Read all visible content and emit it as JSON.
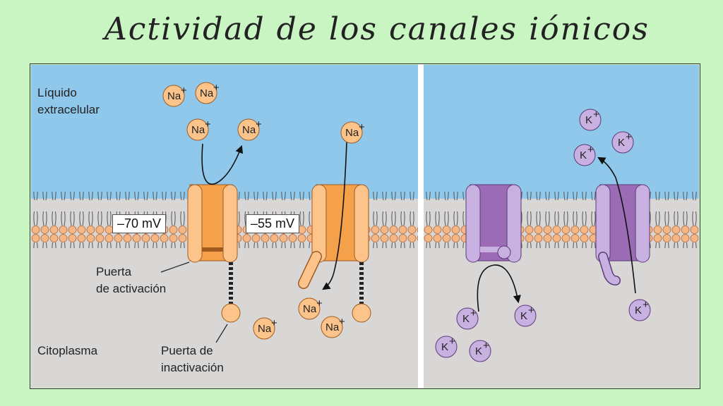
{
  "title": "Actividad de los canales iónicos",
  "colors": {
    "background": "#c9f5c3",
    "extracellular": "#90c8ec",
    "cytoplasm": "#d9d6d6",
    "na_ion": "#fcc48a",
    "na_channel": "#f5a04a",
    "k_ion": "#c8b0e0",
    "k_channel": "#9b6bb5"
  },
  "labels": {
    "extracellular": "Líquido extracelular",
    "extracellular_line1": "Líquido",
    "extracellular_line2": "extracelular",
    "cytoplasm": "Citoplasma",
    "activation_gate_line1": "Puerta",
    "activation_gate_line2": "de activación",
    "inactivation_gate_line1": "Puerta de",
    "inactivation_gate_line2": "inactivación"
  },
  "voltages": {
    "resting": "–70 mV",
    "activated": "–55 mV"
  },
  "ions": {
    "na": "Na",
    "k": "K",
    "charge": "+"
  }
}
